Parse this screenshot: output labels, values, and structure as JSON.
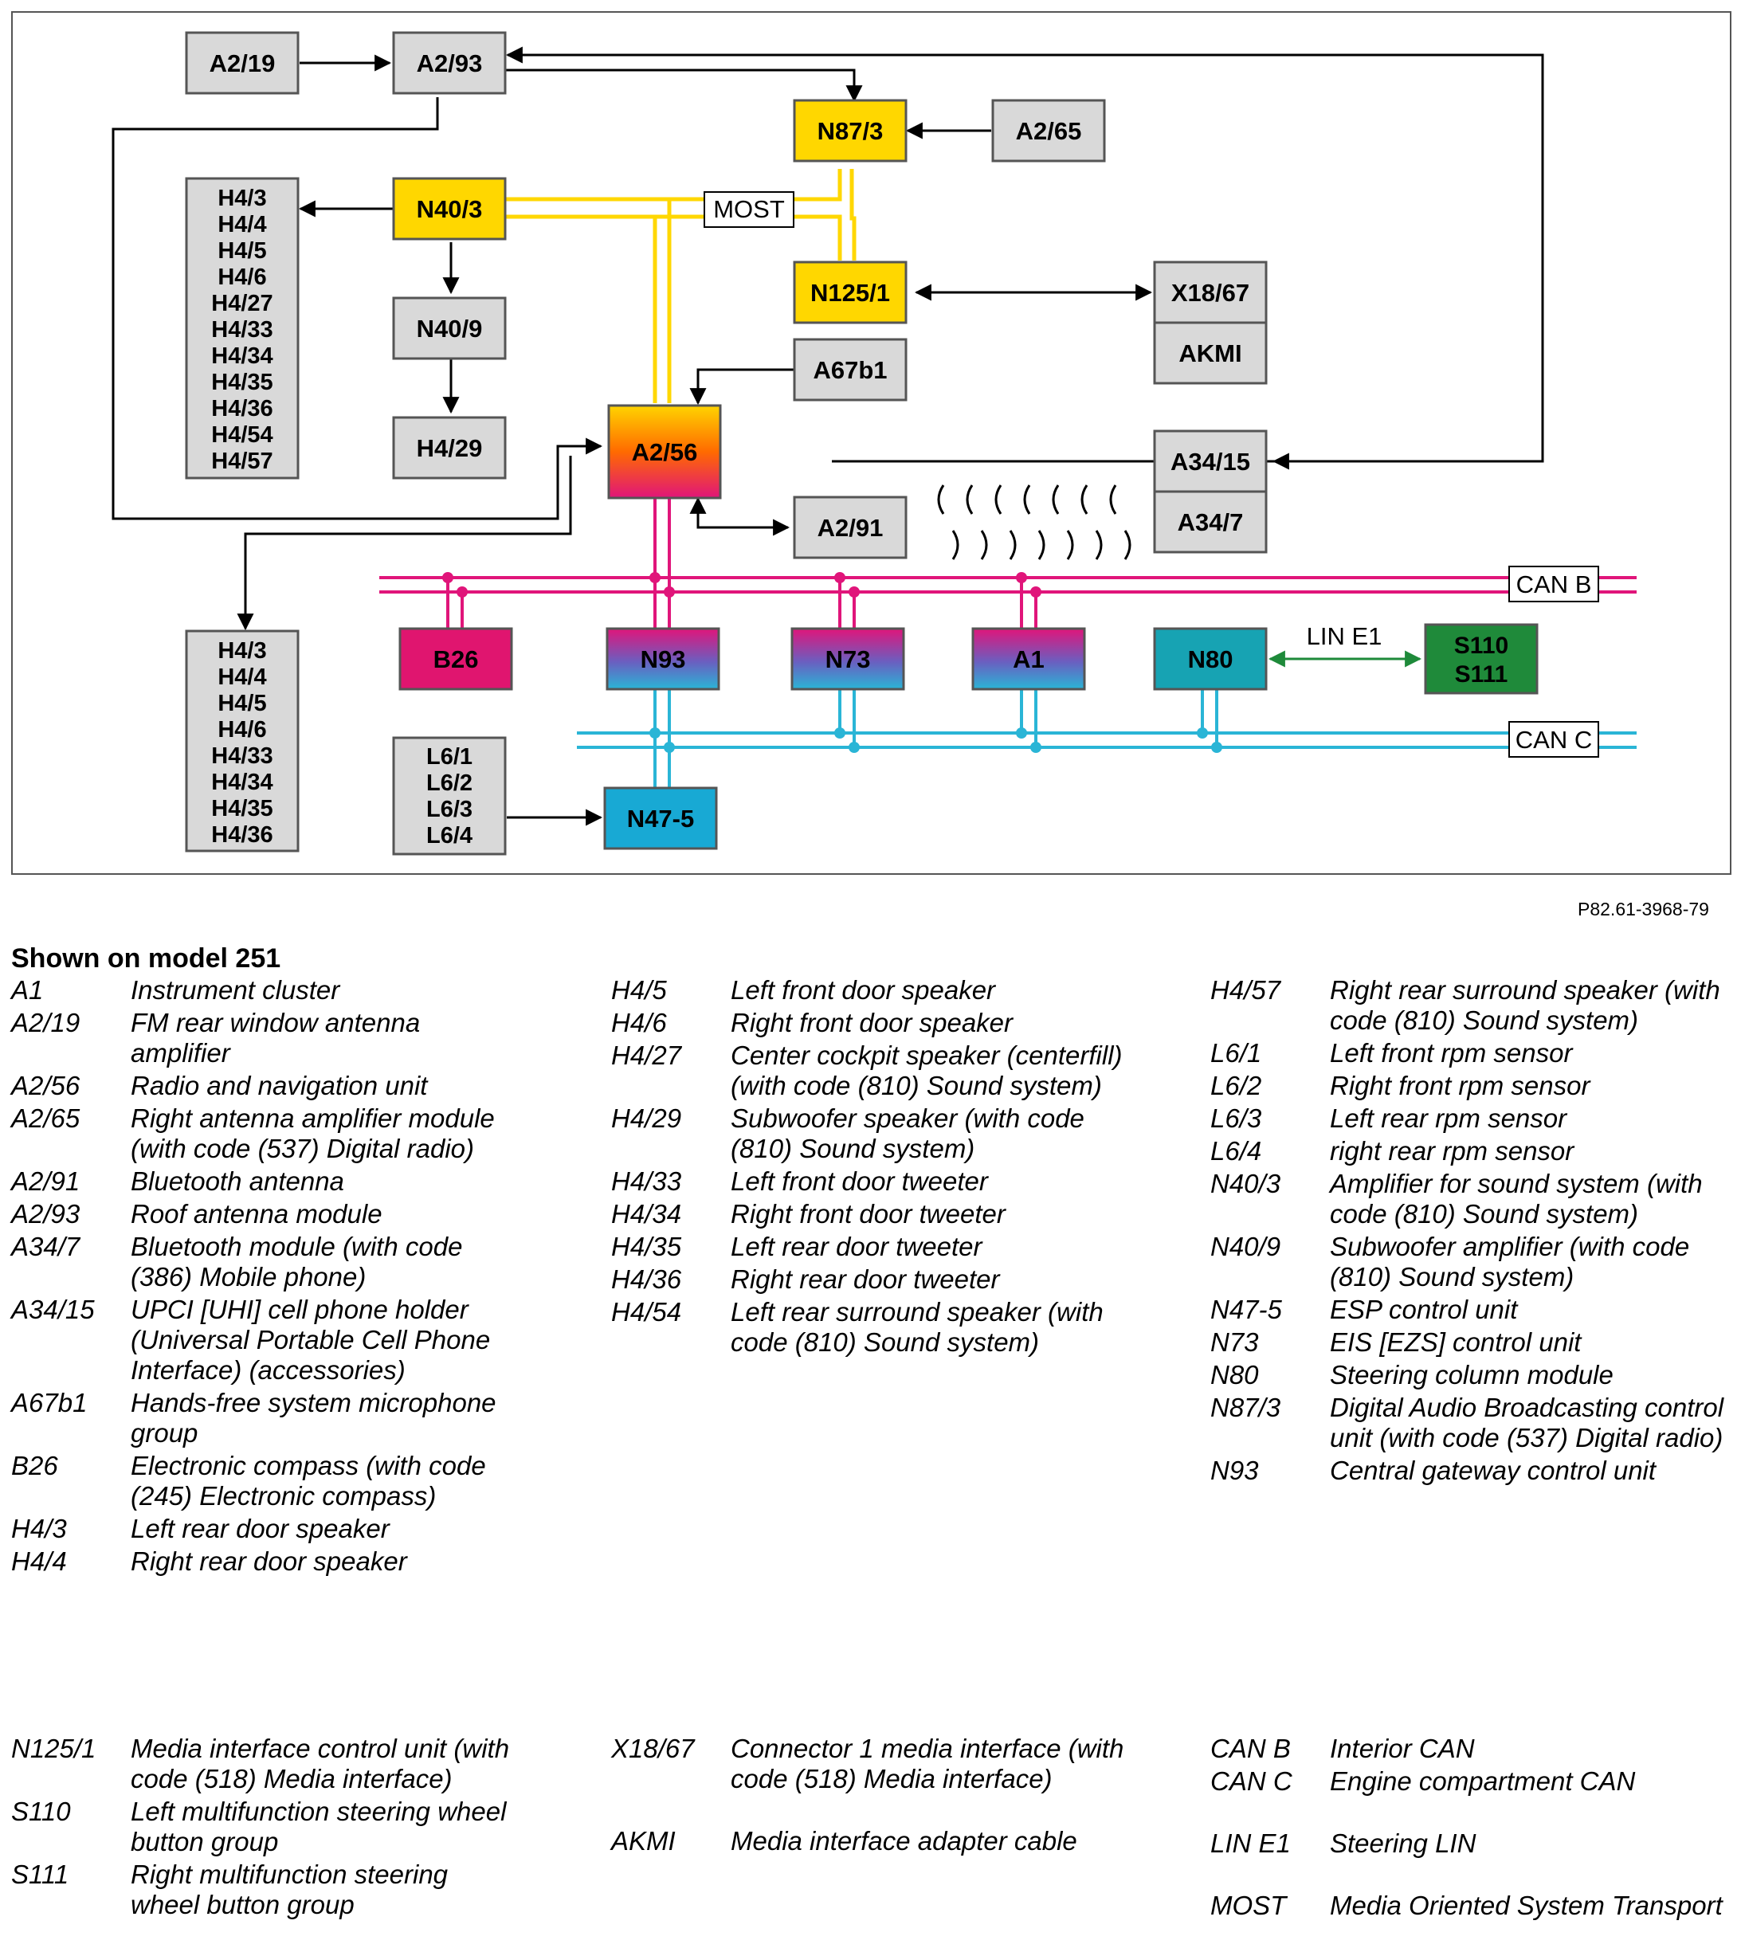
{
  "diagram": {
    "boxes": {
      "a2_19": "A2/19",
      "a2_93": "A2/93",
      "n87_3": "N87/3",
      "a2_65": "A2/65",
      "n40_3": "N40/3",
      "n40_9": "N40/9",
      "h4_29": "H4/29",
      "n125_1": "N125/1",
      "x18_67": "X18/67",
      "akmi": "AKMI",
      "a67b1": "A67b1",
      "a2_56": "A2/56",
      "a2_91": "A2/91",
      "a34_15": "A34/15",
      "a34_7": "A34/7",
      "b26": "B26",
      "n93": "N93",
      "n73": "N73",
      "a1": "A1",
      "n80": "N80",
      "s110": "S110",
      "s111": "S111",
      "n47_5": "N47-5"
    },
    "speaker_group_top": [
      "H4/3",
      "H4/4",
      "H4/5",
      "H4/6",
      "H4/27",
      "H4/33",
      "H4/34",
      "H4/35",
      "H4/36",
      "H4/54",
      "H4/57"
    ],
    "speaker_group_bottom": [
      "H4/3",
      "H4/4",
      "H4/5",
      "H4/6",
      "H4/33",
      "H4/34",
      "H4/35",
      "H4/36"
    ],
    "rpm_sensors": [
      "L6/1",
      "L6/2",
      "L6/3",
      "L6/4"
    ],
    "bus_labels": {
      "most": "MOST",
      "can_b": "CAN B",
      "can_c": "CAN C",
      "lin_e1": "LIN E1"
    },
    "colors": {
      "box_gray": "#d9d9d9",
      "most_yellow": "#ffd700",
      "can_b": "#e0157a",
      "can_c": "#2ab5d6",
      "lin": "#1e8a3a",
      "s110_green": "#1f8a3a",
      "n80_teal": "#17a3b3",
      "n47_cyan": "#18a9d4",
      "b26_magenta": "#e0156f"
    }
  },
  "reference": "P82.61-3968-79",
  "shown_on": "Shown on model 251",
  "legend": {
    "col1": [
      {
        "code": "A1",
        "desc": "Instrument cluster"
      },
      {
        "code": "A2/19",
        "desc": "FM rear window antenna amplifier"
      },
      {
        "code": "A2/56",
        "desc": "Radio and navigation unit"
      },
      {
        "code": "A2/65",
        "desc": "Right antenna amplifier module (with code (537) Digital radio)"
      },
      {
        "code": "A2/91",
        "desc": "Bluetooth antenna"
      },
      {
        "code": "A2/93",
        "desc": "Roof antenna module"
      },
      {
        "code": "A34/7",
        "desc": "Bluetooth module (with code (386) Mobile phone)"
      },
      {
        "code": "A34/15",
        "desc": "UPCI [UHI] cell phone holder (Universal Portable Cell Phone Interface) (accessories)"
      },
      {
        "code": "A67b1",
        "desc": "Hands-free system microphone group"
      },
      {
        "code": "B26",
        "desc": "Electronic compass (with code (245) Electronic compass)"
      },
      {
        "code": "H4/3",
        "desc": "Left rear door speaker"
      },
      {
        "code": "H4/4",
        "desc": "Right rear door speaker"
      }
    ],
    "col2": [
      {
        "code": "H4/5",
        "desc": "Left front door speaker"
      },
      {
        "code": "H4/6",
        "desc": "Right front door speaker"
      },
      {
        "code": "H4/27",
        "desc": "Center cockpit speaker (centerfill) (with code (810) Sound system)"
      },
      {
        "code": "H4/29",
        "desc": "Subwoofer speaker (with code (810) Sound system)"
      },
      {
        "code": "H4/33",
        "desc": "Left front door tweeter"
      },
      {
        "code": "H4/34",
        "desc": "Right front door tweeter"
      },
      {
        "code": "H4/35",
        "desc": "Left rear door tweeter"
      },
      {
        "code": "H4/36",
        "desc": "Right rear door tweeter"
      },
      {
        "code": "H4/54",
        "desc": "Left rear surround speaker (with code (810) Sound system)"
      }
    ],
    "col3": [
      {
        "code": "H4/57",
        "desc": "Right rear surround speaker (with code (810) Sound system)"
      },
      {
        "code": "L6/1",
        "desc": "Left front rpm sensor"
      },
      {
        "code": "L6/2",
        "desc": "Right front rpm sensor"
      },
      {
        "code": "L6/3",
        "desc": "Left rear rpm sensor"
      },
      {
        "code": "L6/4",
        "desc": "right rear rpm sensor"
      },
      {
        "code": "N40/3",
        "desc": "Amplifier for sound system (with code (810) Sound system)"
      },
      {
        "code": "N40/9",
        "desc": "Subwoofer amplifier (with code (810) Sound system)"
      },
      {
        "code": "N47-5",
        "desc": "ESP control unit"
      },
      {
        "code": "N73",
        "desc": "EIS [EZS] control unit"
      },
      {
        "code": "N80",
        "desc": "Steering column module"
      },
      {
        "code": "N87/3",
        "desc": "Digital Audio Broadcasting control unit (with code (537) Digital radio)"
      },
      {
        "code": "N93",
        "desc": "Central gateway control unit"
      }
    ],
    "col4": [
      {
        "code": "N125/1",
        "desc": "Media interface control unit (with code (518) Media interface)"
      },
      {
        "code": "S110",
        "desc": "Left multifunction steering wheel button group"
      },
      {
        "code": "S111",
        "desc": "Right multifunction steering wheel button group"
      }
    ],
    "col5": [
      {
        "code": "X18/67",
        "desc": "Connector 1 media interface (with code (518) Media interface)"
      },
      {
        "code": "AKMI",
        "desc": "Media interface adapter cable"
      }
    ],
    "col6": [
      {
        "code": "CAN B",
        "desc": "Interior CAN"
      },
      {
        "code": "CAN C",
        "desc": "Engine compartment CAN"
      },
      {
        "code": "LIN E1",
        "desc": "Steering LIN"
      },
      {
        "code": "MOST",
        "desc": "Media Oriented System Transport"
      }
    ]
  }
}
